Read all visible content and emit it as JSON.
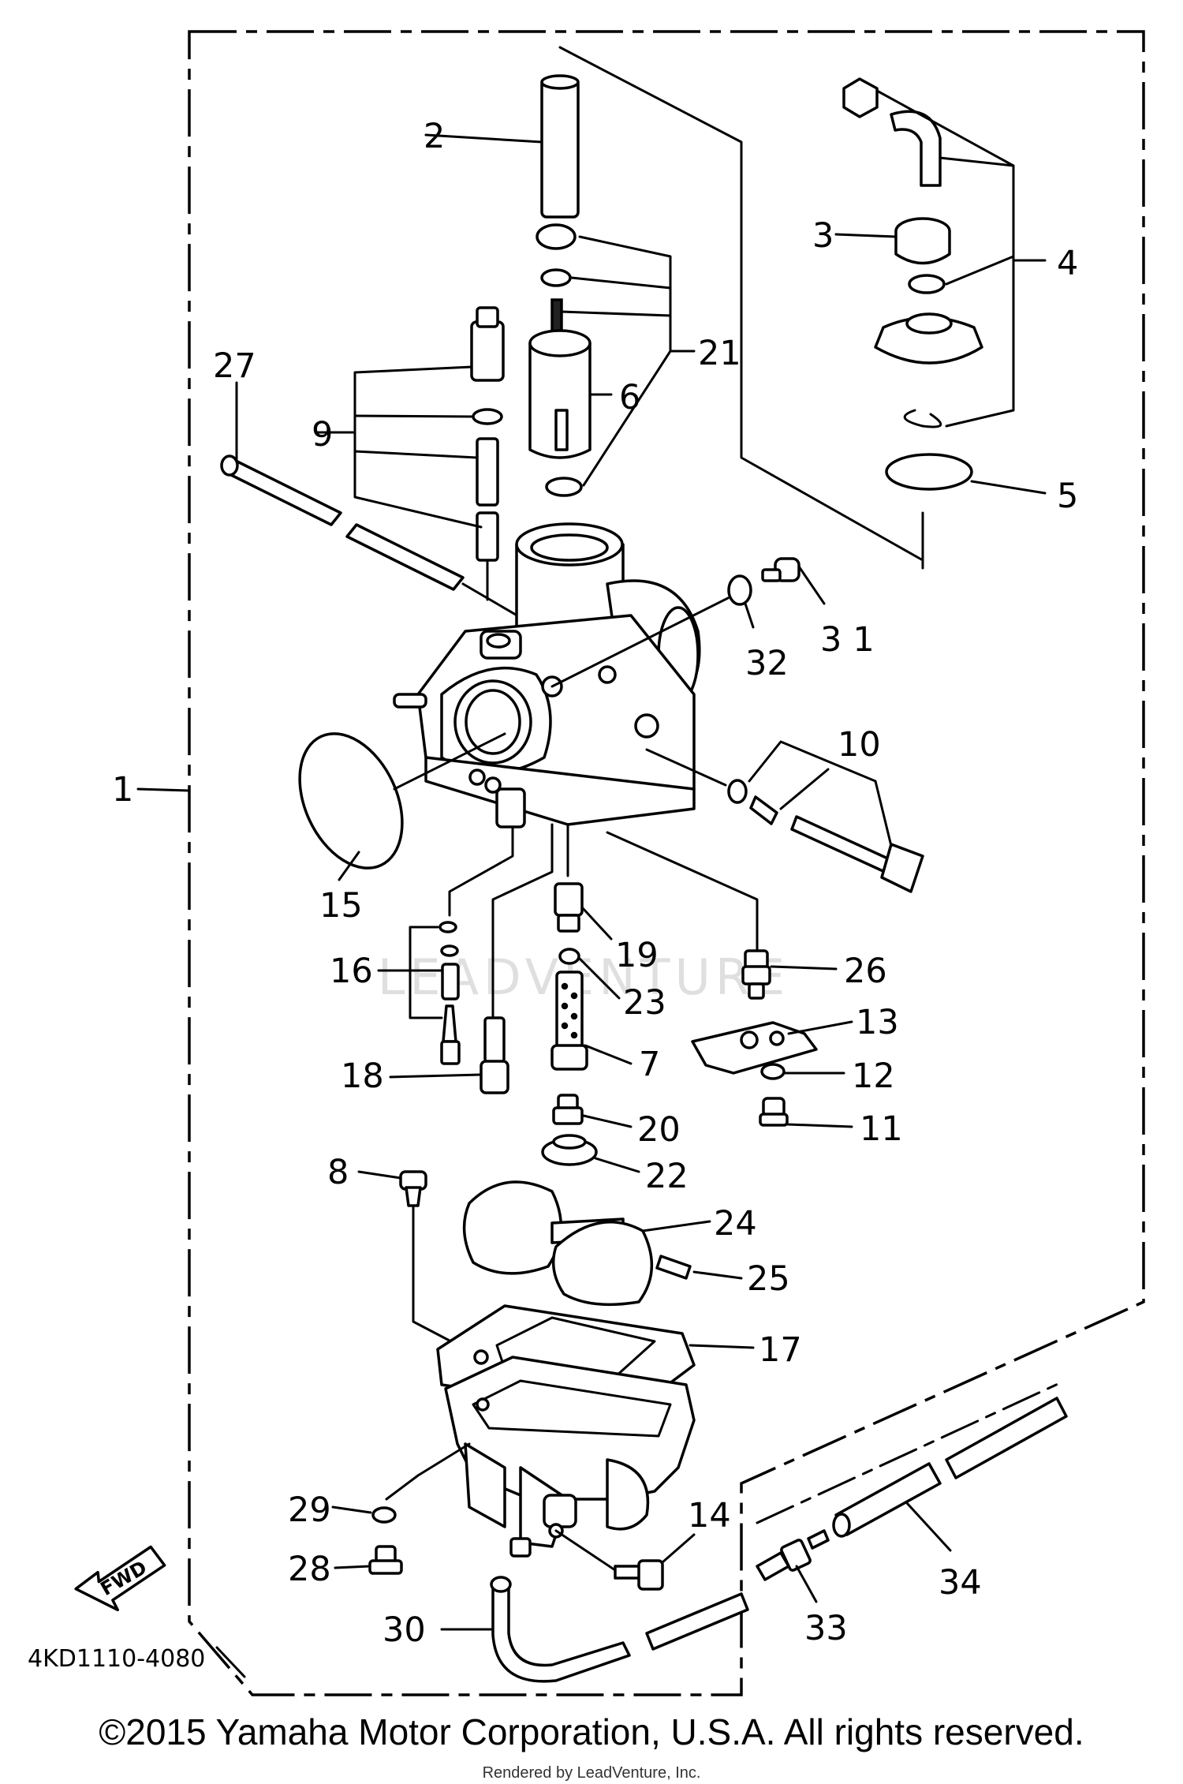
{
  "diagram": {
    "part_numbers": [
      "1",
      "2",
      "3",
      "4",
      "5",
      "6",
      "7",
      "8",
      "9",
      "10",
      "11",
      "12",
      "13",
      "14",
      "15",
      "16",
      "17",
      "18",
      "19",
      "20",
      "21",
      "22",
      "23",
      "24",
      "25",
      "26",
      "27",
      "28",
      "29",
      "30",
      "31",
      "32",
      "33",
      "34"
    ],
    "drawing_code": "4KD1110-4080",
    "fwd_label": "FWD",
    "watermark": "LEADVENTURE"
  },
  "footer": {
    "copyright": "©2015 Yamaha Motor Corporation, U.S.A. All rights reserved.",
    "rendered_by": "Rendered by LeadVenture, Inc."
  }
}
